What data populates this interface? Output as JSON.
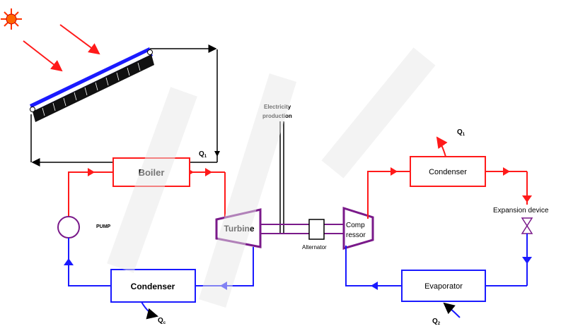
{
  "labels": {
    "boiler": "Boiler",
    "turbine": "Turbine",
    "pump": "PUMP",
    "condenser_left": "Condenser",
    "electricity_line1": "Electricity",
    "electricity_line2": "production",
    "alternator": "Alternator",
    "compressor_line1": "Comp",
    "compressor_line2": "ressor",
    "condenser_right": "Condenser",
    "evaporator": "Evaporator",
    "expansion_device": "Expansion device",
    "q1_left_main": "Q",
    "q1_left_sub": "1",
    "q1_right_main": "Q",
    "q1_right_sub": "1",
    "qc_main": "Q",
    "qc_sub": "c",
    "q2_main": "Q",
    "q2_sub": "2"
  },
  "colors": {
    "hot_line": "#ff1a1a",
    "cold_line": "#1a1aff",
    "machine": "#7a1a8a",
    "return_line": "#000000",
    "collector_frame": "#1a1aff",
    "sun": "#ff3300"
  },
  "icons": [
    "sun-icon",
    "sun-ray-arrow",
    "solar-collector",
    "pump-symbol",
    "expansion-valve-symbol"
  ]
}
